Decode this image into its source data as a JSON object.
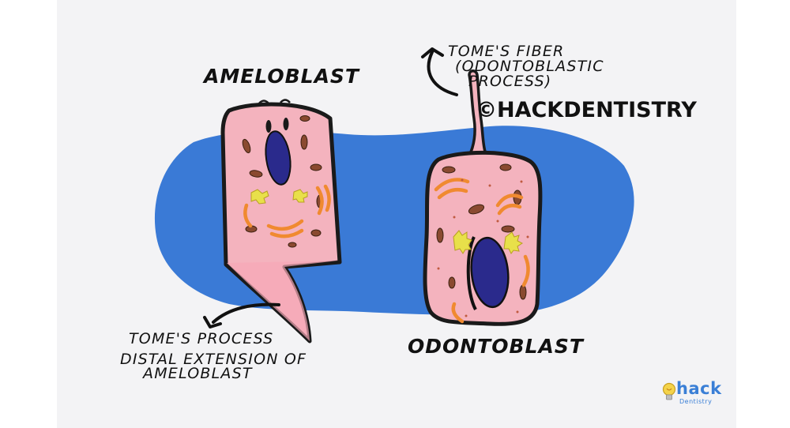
{
  "diagram": {
    "labels": {
      "ameloblast": "AMELOBLAST",
      "odontoblast": "ODONTOBLAST",
      "tomes_process": "TOME'S PROCESS",
      "distal_extension_line1": "DISTAL EXTENSION OF",
      "distal_extension_line2": "AMELOBLAST",
      "tomes_fiber_line1": "TOME'S FIBER",
      "tomes_fiber_line2": "(ODONTOBLASTIC",
      "tomes_fiber_line3": "PROCESS)",
      "copyright": "©HACKDENTISTRY"
    },
    "colors": {
      "background_blob": "#3a7ad6",
      "cell_pink": "#f4b3be",
      "cell_outline": "#1a1a1a",
      "nucleus": "#2a2a8c",
      "mitochondria": "#8a4a30",
      "golgi": "#f08a30",
      "er_yellow": "#e8e04a"
    }
  },
  "brand": {
    "word": "hack",
    "sub": "Dentistry",
    "icon": "lightbulb-icon"
  }
}
